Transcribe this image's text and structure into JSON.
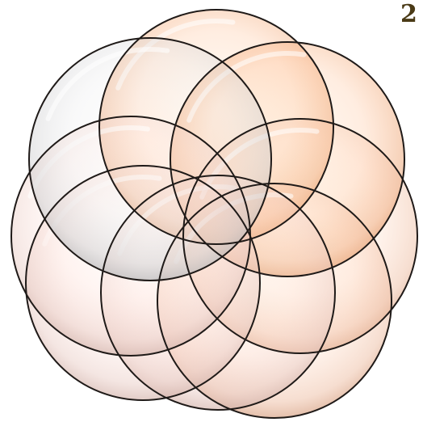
{
  "corner_mark": "2",
  "palette": {
    "orange": "#e8935a",
    "peach": "#ebb597",
    "grey": "#c9c9cb",
    "rose": "#e7c7bf",
    "outline": "#1f1a18"
  },
  "circles": [
    {
      "name": "circle-top",
      "color": "orange"
    },
    {
      "name": "circle-upper-right",
      "color": "orange"
    },
    {
      "name": "circle-right",
      "color": "peach"
    },
    {
      "name": "circle-lower-right",
      "color": "peach"
    },
    {
      "name": "circle-bottom",
      "color": "rose"
    },
    {
      "name": "circle-lower-left",
      "color": "rose"
    },
    {
      "name": "circle-left",
      "color": "rose"
    },
    {
      "name": "circle-upper-left",
      "color": "grey"
    }
  ]
}
